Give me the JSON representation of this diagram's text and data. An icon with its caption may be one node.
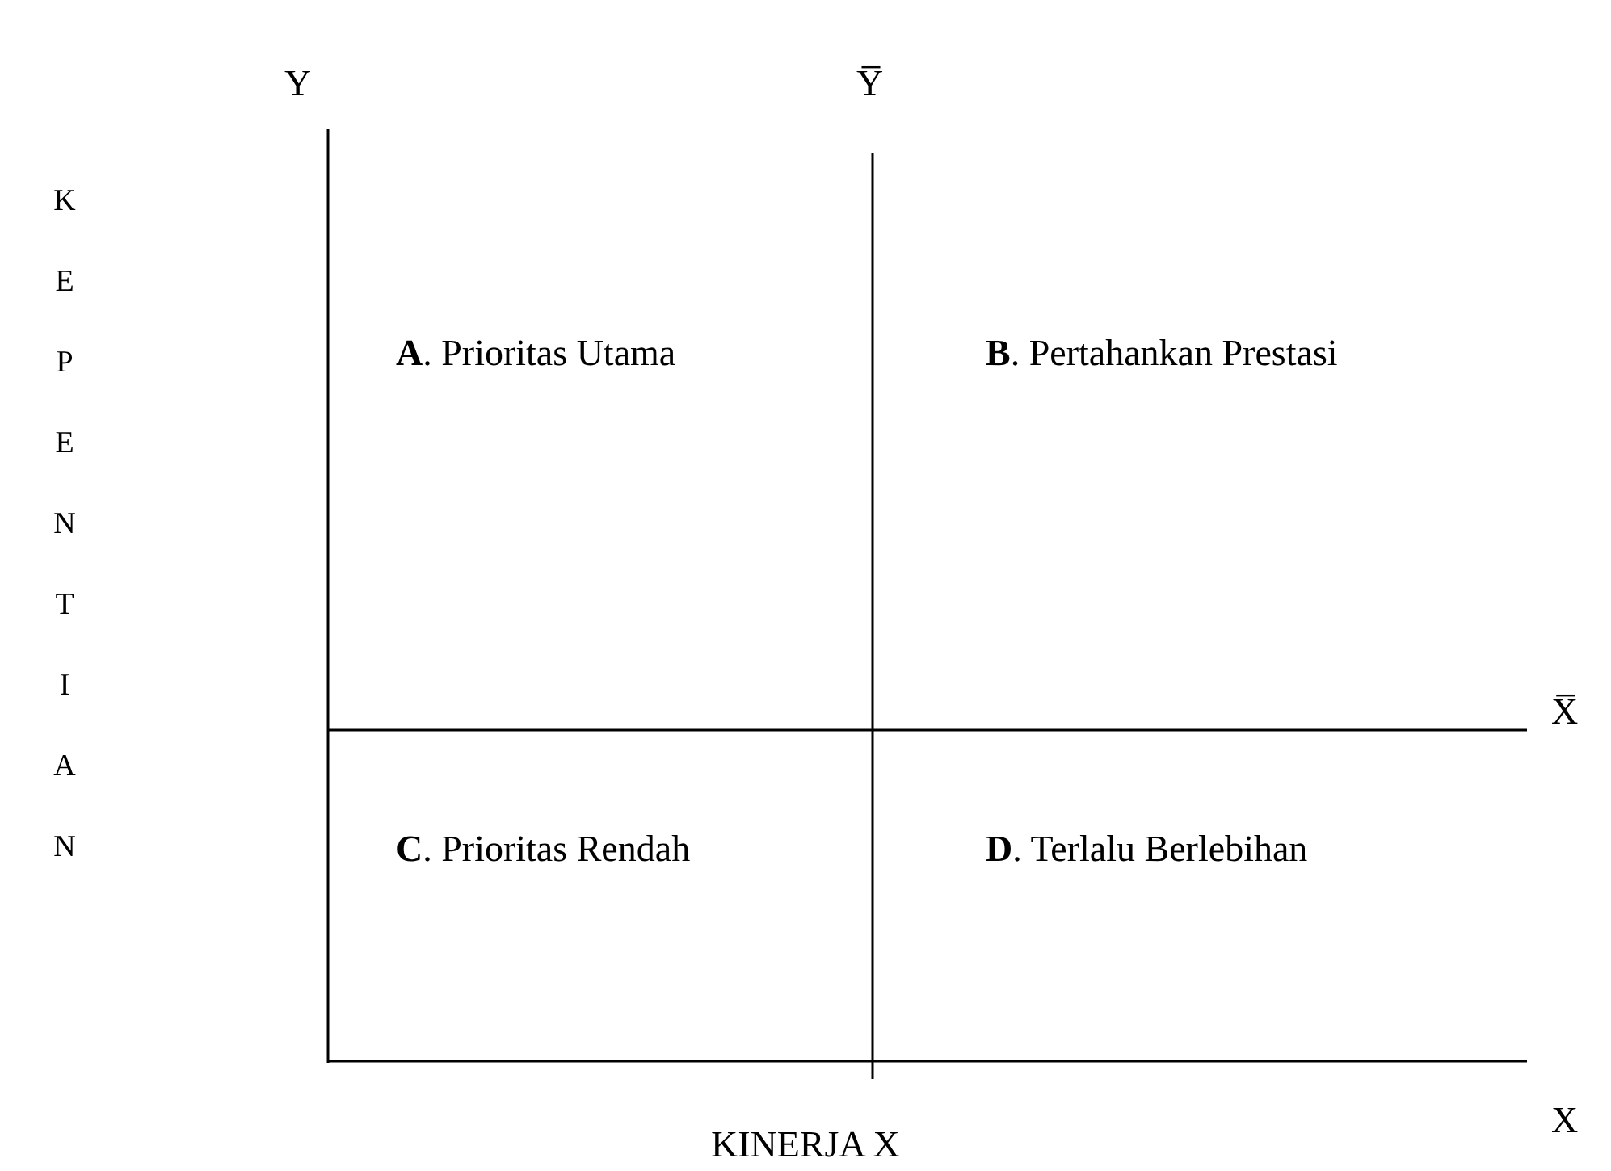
{
  "diagram": {
    "labels": [
      "Y",
      "Y̅",
      "KEPENTIAN",
      "**A**. Prioritas Utama",
      "**B**. Pertahankan Prestasi",
      "X̅",
      "**C**. Prioritas Rendah",
      "**D**. Terlalu Berlebihan",
      "X",
      "KINERJA X"
    ]
  }
}
